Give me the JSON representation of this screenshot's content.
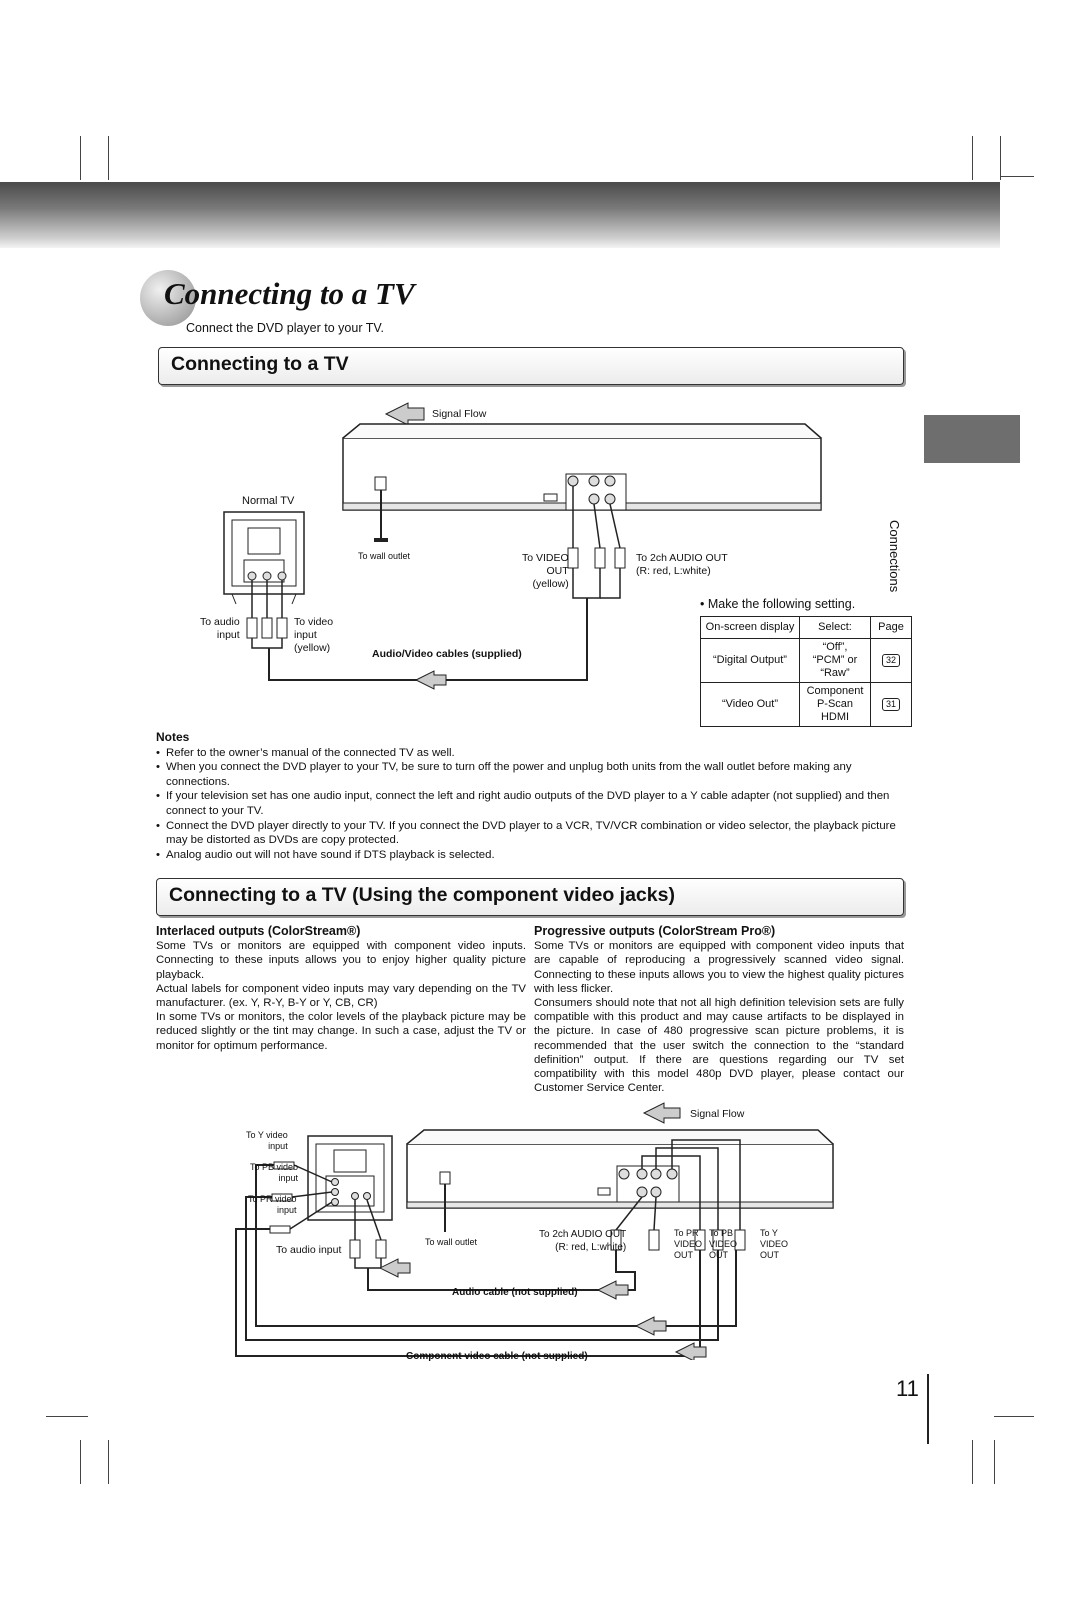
{
  "header": {
    "title": "Connecting to a TV",
    "subtitle": "Connect the DVD player to your TV.",
    "side_tab": "Connections",
    "page_number": "11"
  },
  "section1": {
    "heading": "Connecting to a TV",
    "diagram": {
      "signal_flow": "Signal Flow",
      "normal_tv": "Normal TV",
      "to_wall_outlet": "To wall outlet",
      "to_video_out": "To VIDEO\nOUT\n(yellow)",
      "to_audio_out": "To 2ch AUDIO OUT\n(R: red, L:white)",
      "to_audio_input": "To audio\ninput",
      "to_video_input": "To video\ninput\n(yellow)",
      "cable": "Audio/Video cables (supplied)"
    },
    "setting": {
      "intro": "Make the following setting.",
      "headers": [
        "On-screen display",
        "Select:",
        "Page"
      ],
      "rows": [
        {
          "display": "“Digital Output”",
          "select": "“Off”,\n“PCM” or\n“Raw”",
          "page": "32"
        },
        {
          "display": "“Video Out”",
          "select": "Component\nP-Scan\nHDMI",
          "page": "31"
        }
      ]
    }
  },
  "notes": {
    "heading": "Notes",
    "items": [
      "Refer to the owner’s manual of the connected TV as well.",
      "When you connect the DVD player to your TV, be sure to turn off the power and unplug both units from the wall outlet before making any connections.",
      "If your television set has one audio input, connect the left and right audio outputs of the DVD player to a Y cable adapter (not supplied) and then connect to your TV.",
      "Connect the DVD player directly to your TV. If you connect the DVD player to a VCR, TV/VCR combination or video selector, the playback picture may be distorted as DVDs are copy protected.",
      "Analog audio out will not have sound if DTS playback is selected."
    ]
  },
  "section2": {
    "heading": "Connecting to a TV (Using the component video jacks)",
    "left": {
      "heading": "Interlaced outputs (ColorStream®)",
      "paragraphs": [
        "Some TVs or monitors are equipped with component video inputs. Connecting to these inputs allows you to enjoy higher quality picture playback.",
        "Actual labels for component video inputs may vary depending on the TV manufacturer. (ex. Y, R-Y, B-Y or Y, CB, CR)",
        "In some TVs or monitors, the color levels of the playback picture may be reduced slightly or the tint may change. In such a case, adjust the TV or monitor for optimum performance."
      ]
    },
    "right": {
      "heading": "Progressive outputs (ColorStream Pro®)",
      "paragraphs": [
        "Some TVs or monitors are equipped with component video inputs that are capable of reproducing a progressively scanned video signal. Connecting to these inputs allows you to view the highest quality pictures with less flicker.",
        "Consumers should note that not all high definition television sets are fully compatible with this product and may cause artifacts to be displayed in the picture. In case of 480 progressive scan picture problems, it is recommended that the user switch the connection to the “standard definition” output. If there are questions regarding our TV set compatibility with this model 480p DVD player, please contact our Customer Service Center."
      ]
    },
    "diagram": {
      "signal_flow": "Signal Flow",
      "to_y_input": "To Y video\ninput",
      "to_pb_input": "To PB video\ninput",
      "to_pr_input": "To PR video\ninput",
      "to_audio_input": "To audio input",
      "to_wall_outlet": "To wall outlet",
      "to_audio_out": "To 2ch AUDIO OUT\n(R: red, L:white)",
      "to_pr_out": "To PR\nVIDEO\nOUT",
      "to_pb_out": "To PB\nVIDEO\nOUT",
      "to_y_out": "To Y\nVIDEO\nOUT",
      "audio_cable": "Audio cable (not supplied)",
      "component_cable": "Component video cable (not supplied)"
    }
  }
}
